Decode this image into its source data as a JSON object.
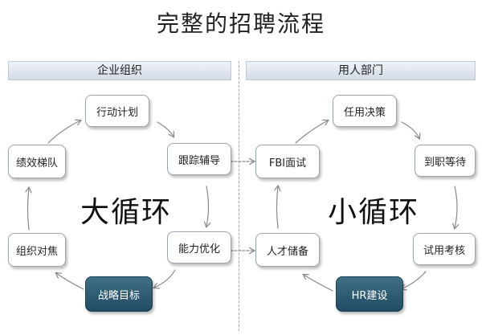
{
  "title": "完整的招聘流程",
  "sections": {
    "left": "企业组织",
    "right": "用人部门"
  },
  "left_loop": {
    "label": "大循环",
    "nodes": {
      "action_plan": "行动计划",
      "follow_up": "跟踪辅导",
      "capability": "能力优化",
      "strategy": "战略目标",
      "org_focus": "组织对焦",
      "performance": "绩效梯队"
    }
  },
  "right_loop": {
    "label": "小循环",
    "nodes": {
      "hiring_decision": "任用决策",
      "onboarding": "到职等待",
      "probation": "试用考核",
      "hr_build": "HR建设",
      "talent_pool": "人才储备",
      "fbi_interview": "FBI面试"
    }
  },
  "colors": {
    "highlight_fill": "#2f5f76",
    "arrow": "#888888",
    "header_fill": "#dce4ee"
  }
}
